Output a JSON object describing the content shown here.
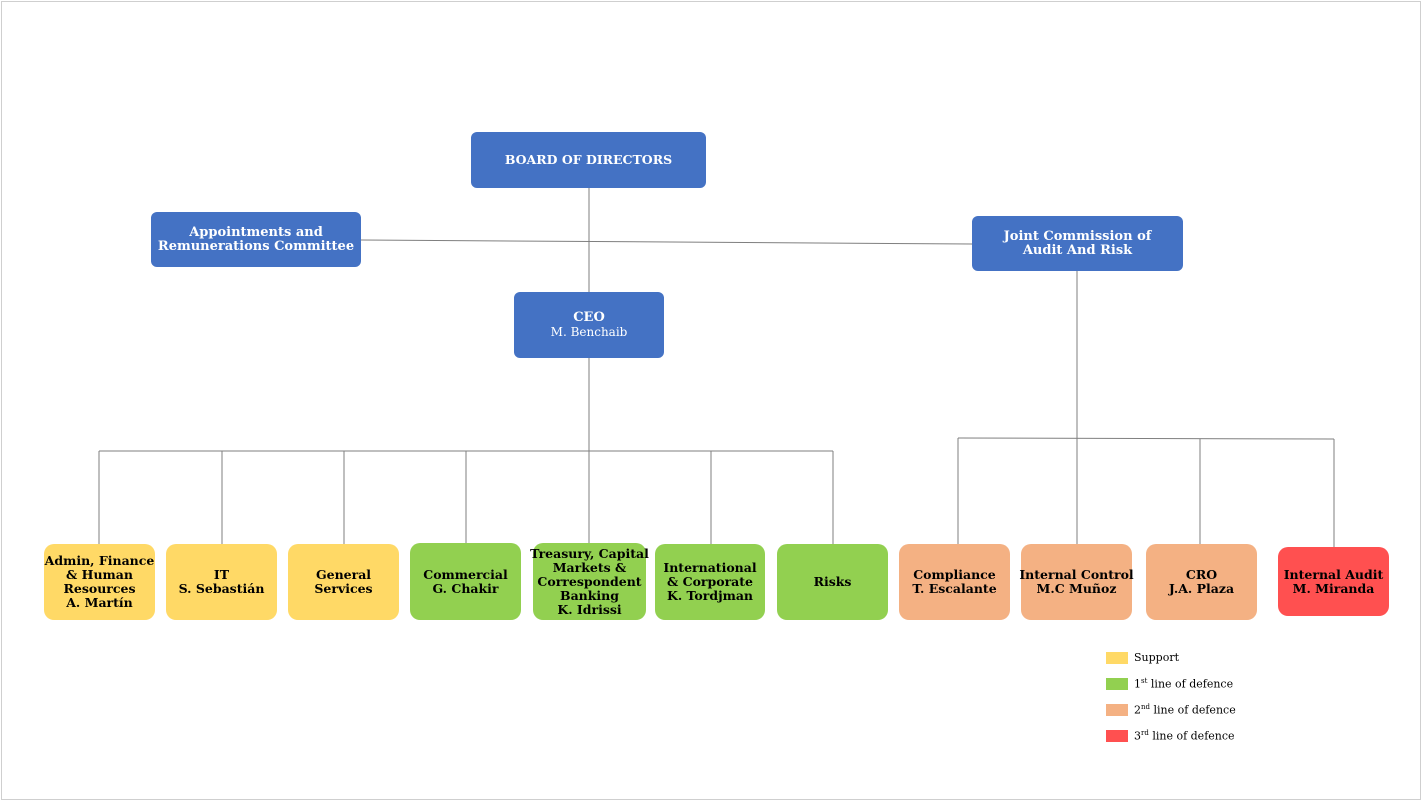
{
  "governance": {
    "board": "BOARD OF DIRECTORS",
    "appointments": [
      "Appointments and",
      "Remunerations Committee"
    ],
    "joint": [
      "Joint Commission of",
      "Audit And Risk"
    ],
    "ceo": {
      "title": "CEO",
      "name": "M.  Benchaib"
    }
  },
  "departments": {
    "admin": [
      "Admin, Finance",
      "& Human",
      "Resources",
      "A. Martín"
    ],
    "it": [
      "IT",
      "S. Sebastián"
    ],
    "general": [
      "General",
      "Services"
    ],
    "commercial": [
      "Commercial",
      "G. Chakir"
    ],
    "treasury": [
      "Treasury, Capital",
      "Markets &",
      "Correspondent",
      "Banking",
      "K. Idrissi"
    ],
    "international": [
      "International",
      "& Corporate",
      "K.  Tordjman"
    ],
    "risks": [
      "Risks"
    ],
    "compliance": [
      "Compliance",
      "T. Escalante"
    ],
    "internal_control": [
      "Internal Control",
      "M.C Muñoz"
    ],
    "cro": [
      "CRO",
      "J.A. Plaza"
    ],
    "internal_audit": [
      "Internal Audit",
      "M. Miranda"
    ]
  },
  "legend": [
    {
      "prefix": "Support",
      "sup": "",
      "rest": "",
      "color": "#ffd966"
    },
    {
      "prefix": "1",
      "sup": "st",
      "rest": " line of defence",
      "color": "#92d050"
    },
    {
      "prefix": "2",
      "sup": "nd",
      "rest": " line of defence",
      "color": "#f4b183"
    },
    {
      "prefix": "3",
      "sup": "rd",
      "rest": " line of defence",
      "color": "#ff5050"
    }
  ],
  "colors": {
    "governance": "#4472c4",
    "support": "#ffd966",
    "first_line": "#92d050",
    "second_line": "#f4b183",
    "third_line": "#ff5050",
    "connector": "#7f7f7f"
  }
}
